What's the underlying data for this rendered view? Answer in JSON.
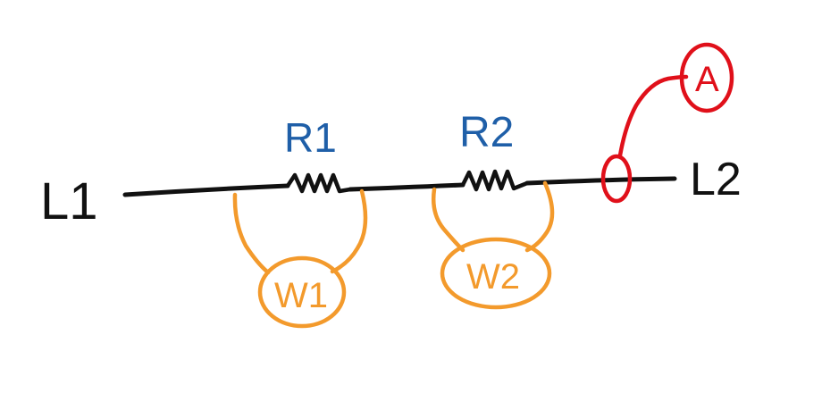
{
  "colors": {
    "wire": "#111111",
    "resistor_label": "#1f5fa8",
    "wattmeter": "#f39a2c",
    "ammeter": "#e0101a",
    "background": "#ffffff"
  },
  "terminals": {
    "left": "L1",
    "right": "L2"
  },
  "resistors": [
    {
      "label": "R1",
      "icon": "resistor-zigzag"
    },
    {
      "label": "R2",
      "icon": "resistor-zigzag"
    }
  ],
  "wattmeters": [
    {
      "label": "W1",
      "across": "R1"
    },
    {
      "label": "W2",
      "across": "R2"
    }
  ],
  "ammeter": {
    "label": "A",
    "icon": "current-clamp"
  }
}
